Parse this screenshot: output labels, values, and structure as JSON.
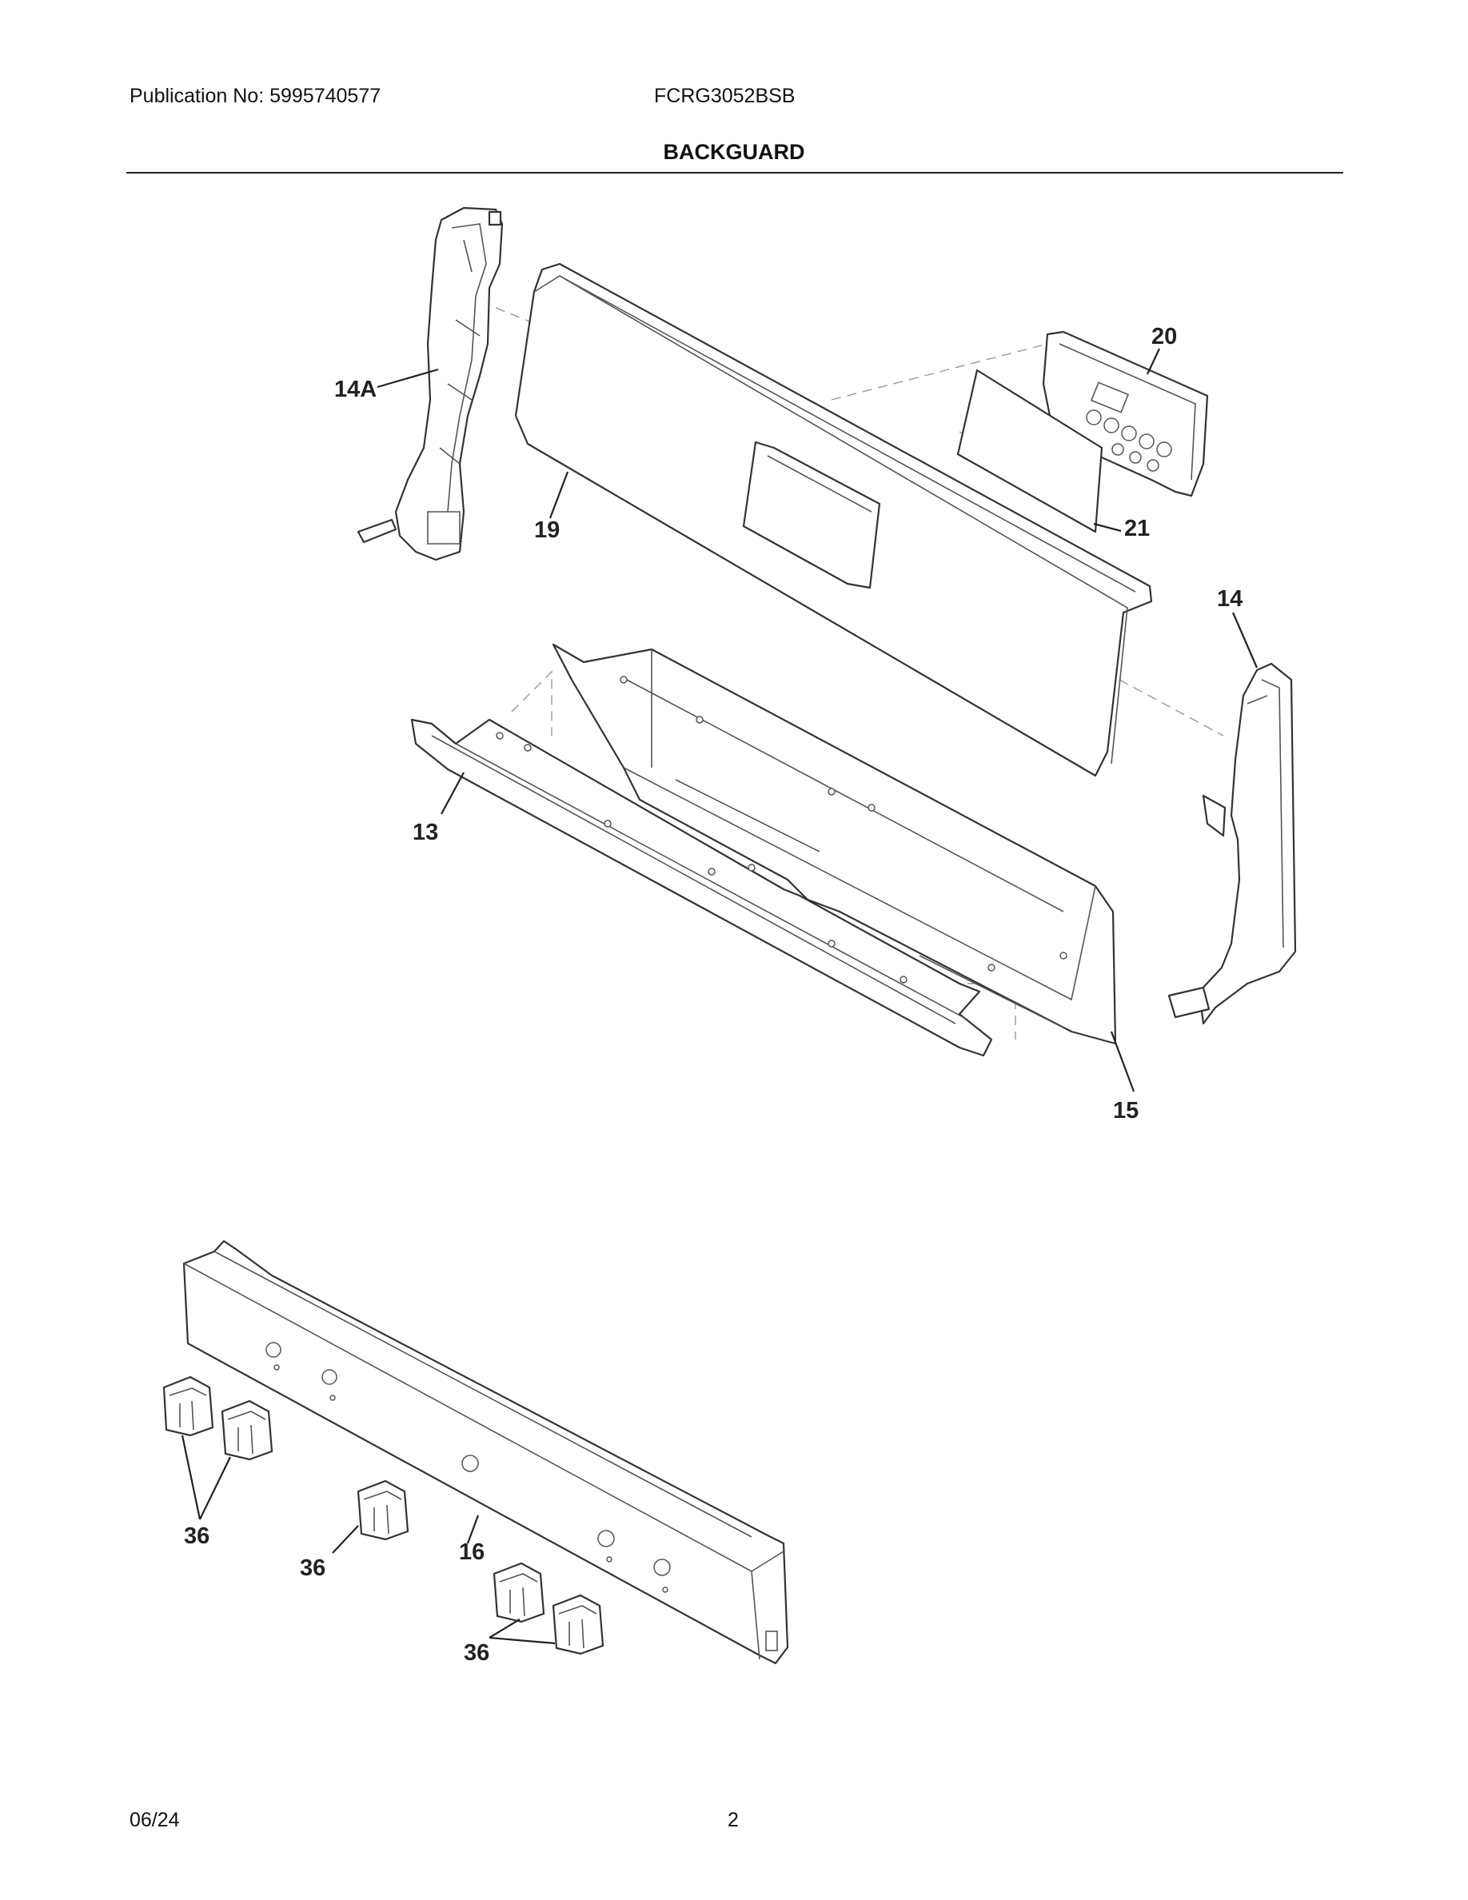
{
  "header": {
    "publication": "Publication No: 5995740577",
    "model": "FCRG3052BSB",
    "section_title": "BACKGUARD"
  },
  "callouts": {
    "c14A": "14A",
    "c19": "19",
    "c20": "20",
    "c21": "21",
    "c14": "14",
    "c13": "13",
    "c15": "15",
    "c36a": "36",
    "c36b": "36",
    "c16": "16",
    "c36c": "36"
  },
  "footer": {
    "date": "06/24",
    "page": "2"
  }
}
